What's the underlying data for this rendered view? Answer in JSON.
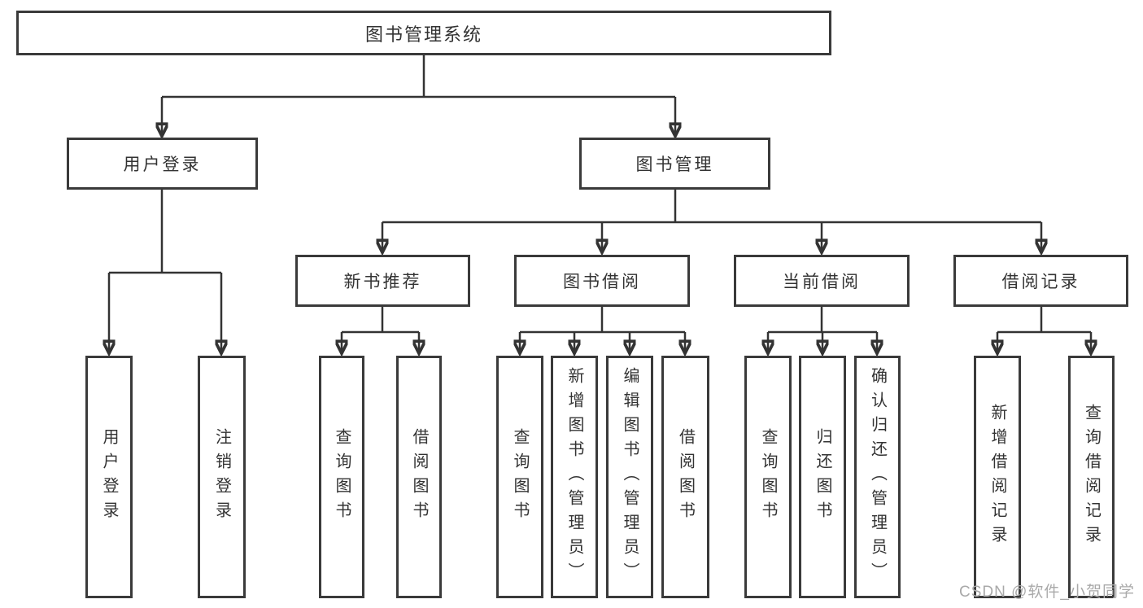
{
  "diagram": {
    "root": {
      "label": "图书管理系统"
    },
    "level2": [
      {
        "id": "user-login",
        "label": "用户登录"
      },
      {
        "id": "book-management",
        "label": "图书管理"
      }
    ],
    "level3": [
      {
        "id": "new-book-recommend",
        "label": "新书推荐"
      },
      {
        "id": "book-borrowing",
        "label": "图书借阅"
      },
      {
        "id": "current-borrowing",
        "label": "当前借阅"
      },
      {
        "id": "borrowing-records",
        "label": "借阅记录"
      }
    ],
    "leaves": [
      {
        "parent": "user-login",
        "label": "用户登录"
      },
      {
        "parent": "user-login",
        "label": "注销登录"
      },
      {
        "parent": "new-book-recommend",
        "label": "查询图书"
      },
      {
        "parent": "new-book-recommend",
        "label": "借阅图书"
      },
      {
        "parent": "book-borrowing",
        "label": "查询图书"
      },
      {
        "parent": "book-borrowing",
        "label": "新增图书（管理员）"
      },
      {
        "parent": "book-borrowing",
        "label": "编辑图书（管理员）"
      },
      {
        "parent": "book-borrowing",
        "label": "借阅图书"
      },
      {
        "parent": "current-borrowing",
        "label": "查询图书"
      },
      {
        "parent": "current-borrowing",
        "label": "归还图书"
      },
      {
        "parent": "current-borrowing",
        "label": "确认归还（管理员）"
      },
      {
        "parent": "borrowing-records",
        "label": "新增借阅记录"
      },
      {
        "parent": "borrowing-records",
        "label": "查询借阅记录"
      }
    ]
  },
  "watermark": {
    "text": "CSDN @软件_小贺同学"
  },
  "colors": {
    "line": "#333333",
    "box_border": "#3a3a3a",
    "text": "#333333",
    "watermark": "#a9a9a9",
    "background": "#ffffff"
  }
}
